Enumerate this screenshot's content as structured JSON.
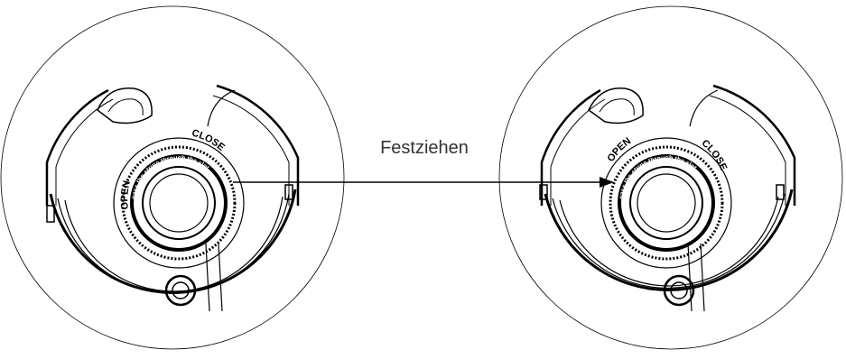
{
  "arrow_label": "Festziehen",
  "left_view": {
    "open_label": "OPEN",
    "close_label": "CLOSE",
    "ring_text": "pass the string through the slot"
  },
  "right_view": {
    "open_label": "OPEN",
    "close_label": "CLOSE",
    "ring_text": "pass the string through the slot"
  },
  "colors": {
    "line": "#000000",
    "background": "#ffffff"
  }
}
